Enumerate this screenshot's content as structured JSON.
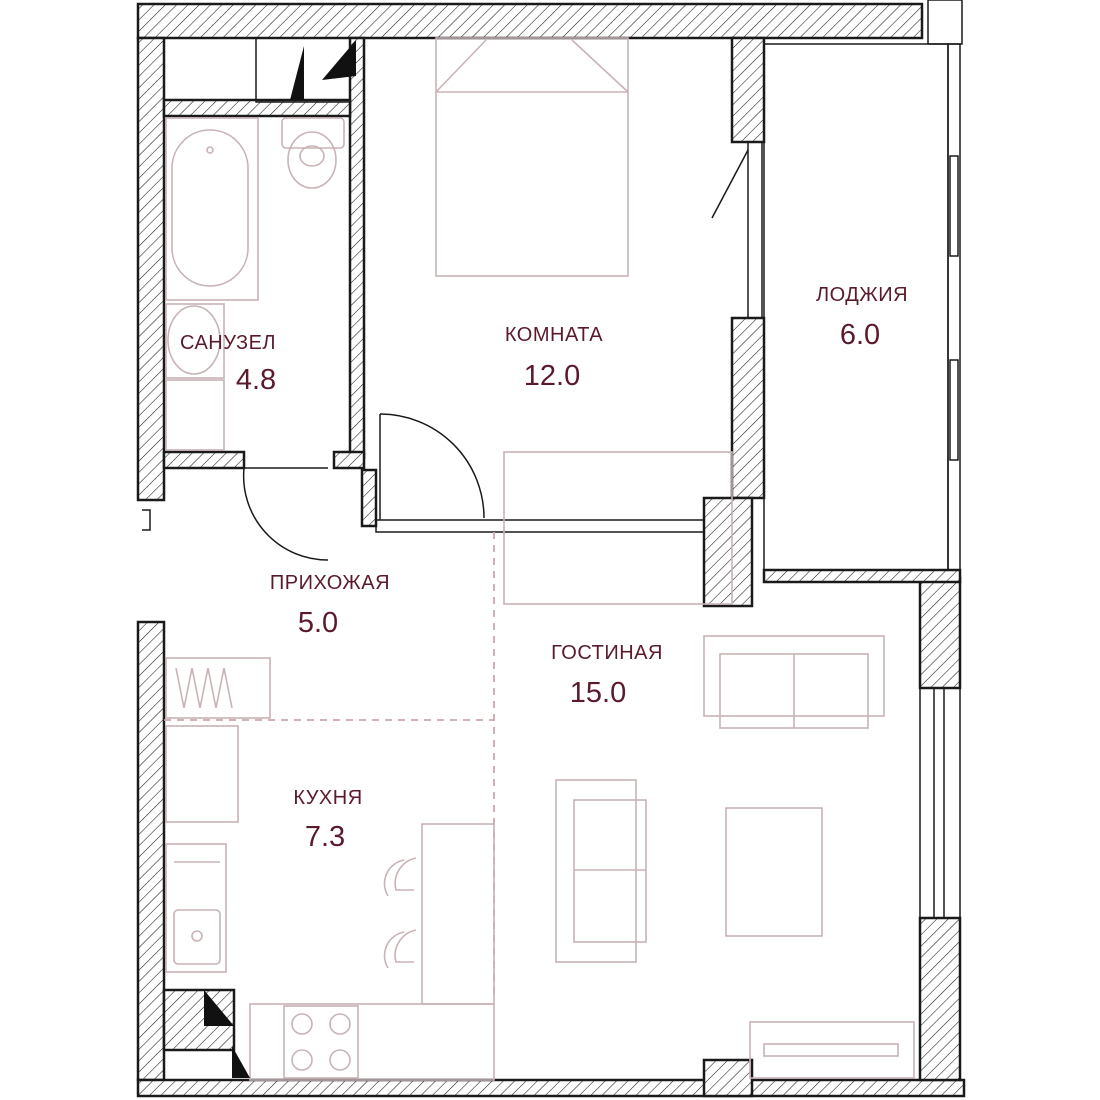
{
  "colors": {
    "label": "#5a1a2c",
    "furniture": "#c8b3b6",
    "wall": "#1a1a1a",
    "zone_divider": "#c9a7ad"
  },
  "rooms": [
    {
      "id": "bathroom",
      "name": "САНУЗЕЛ",
      "area": "4.8"
    },
    {
      "id": "room",
      "name": "КОМНАТА",
      "area": "12.0"
    },
    {
      "id": "loggia",
      "name": "ЛОДЖИЯ",
      "area": "6.0"
    },
    {
      "id": "hallway",
      "name": "ПРИХОЖАЯ",
      "area": "5.0"
    },
    {
      "id": "living",
      "name": "ГОСТИНАЯ",
      "area": "15.0"
    },
    {
      "id": "kitchen",
      "name": "КУХНЯ",
      "area": "7.3"
    }
  ],
  "icons": {
    "bathtub": "bathtub-icon",
    "toilet": "toilet-icon",
    "washbasin": "washbasin-icon",
    "bed": "bed-icon",
    "sofa": "sofa-icon",
    "armchair": "armchair-icon",
    "table": "table-icon",
    "sink": "kitchen-sink-icon",
    "stove": "stove-icon",
    "chairs": "chair-icon",
    "door": "door-swing-icon",
    "window": "window-icon"
  }
}
